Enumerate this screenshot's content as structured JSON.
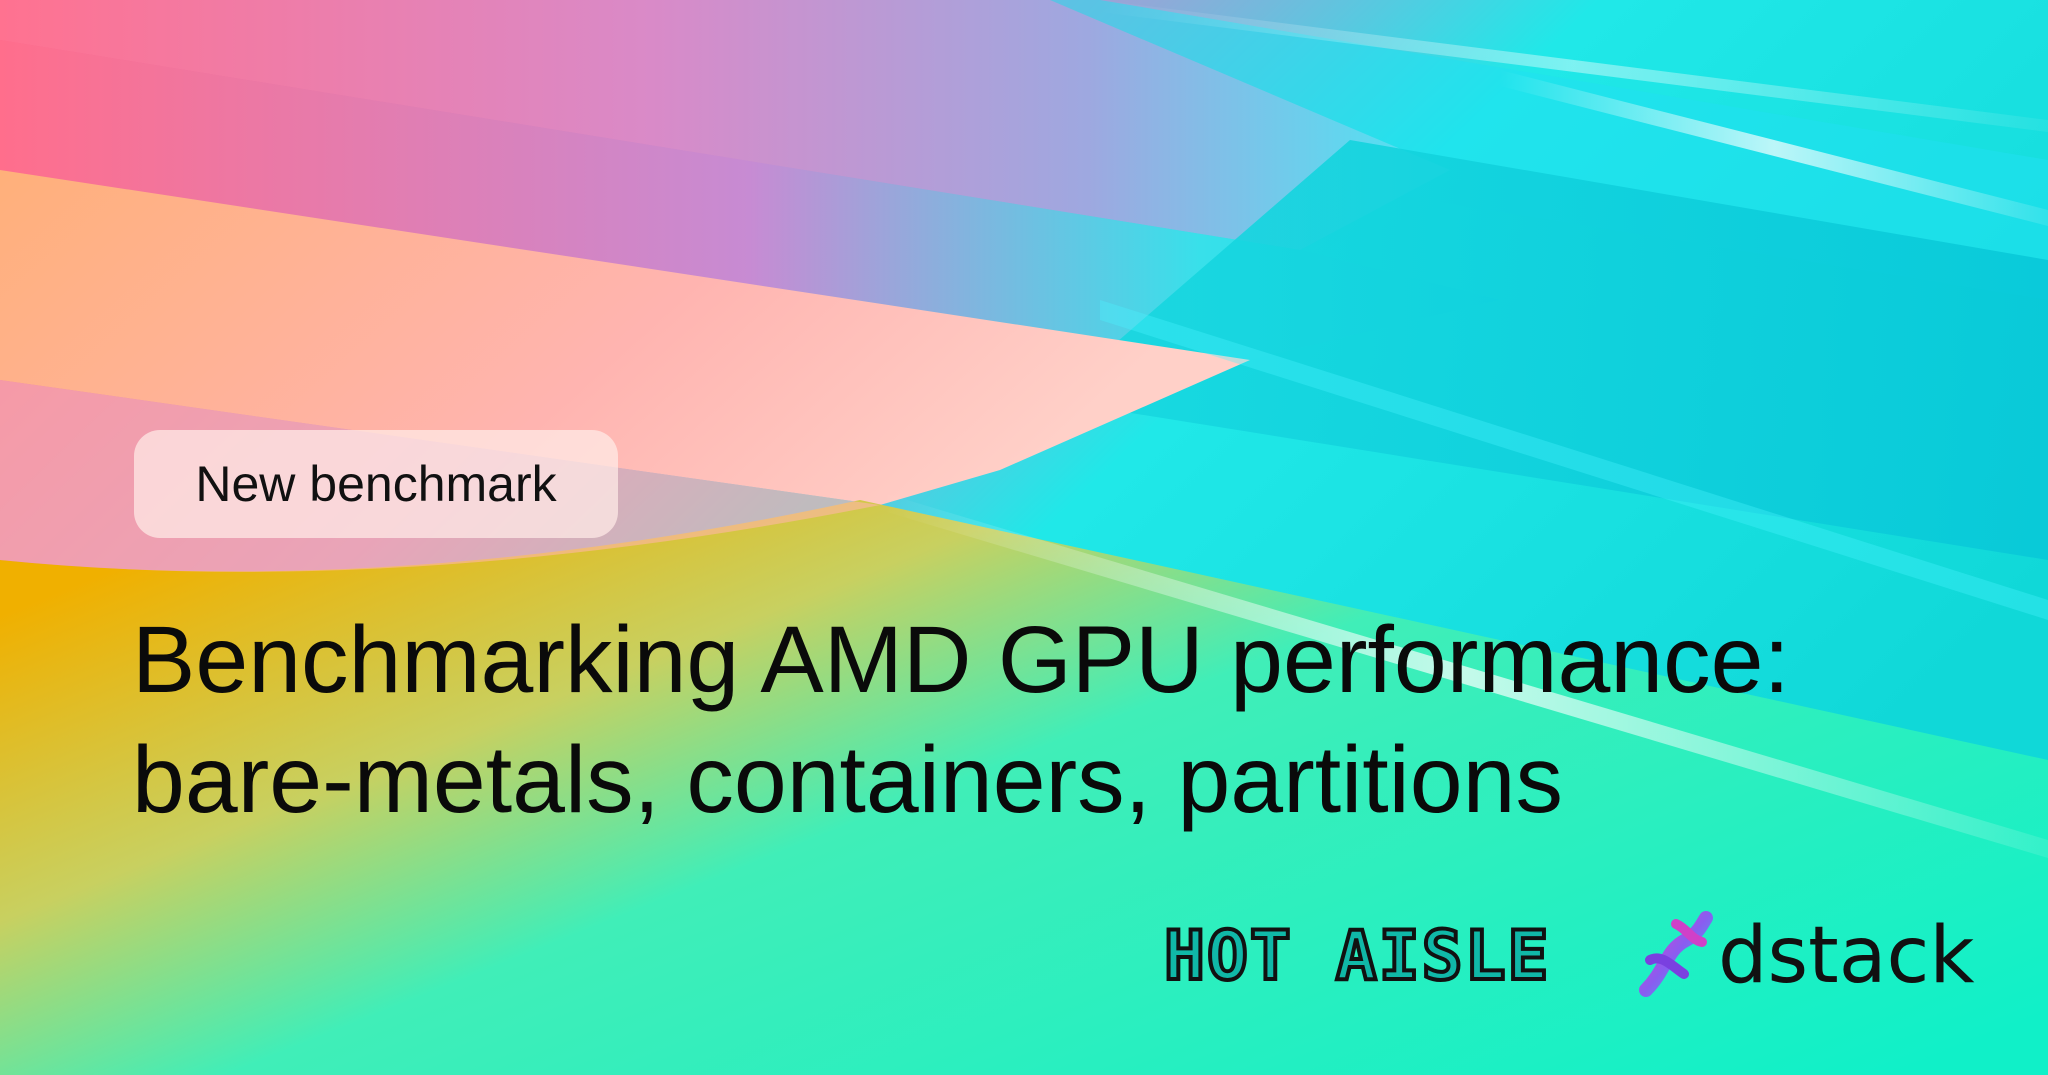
{
  "badge": {
    "label": "New benchmark"
  },
  "headline": {
    "line1": "Benchmarking AMD GPU performance:",
    "line2": "bare-metals, containers, partitions"
  },
  "logos": {
    "hot_aisle": "HOT AISLE",
    "dstack": "dstack",
    "dstack_icon": "dna-helix-icon"
  },
  "colors": {
    "coral": "#ff6f8e",
    "orange": "#f5a800",
    "mint": "#10f0c8",
    "cyan": "#00e4f0",
    "violet": "#b487d8"
  }
}
